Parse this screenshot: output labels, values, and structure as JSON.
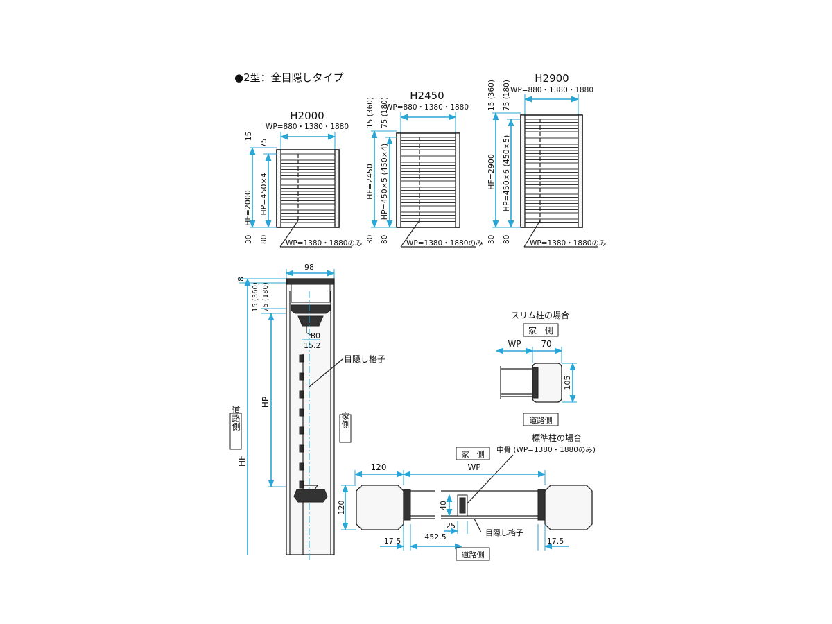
{
  "title": "●2型：全目隠しタイプ",
  "types": [
    {
      "name": "H2000",
      "wp": "WP=880・1380・1880",
      "top1": "15",
      "top2": "75",
      "hf": "HF=2000",
      "hp": "HP=450×4",
      "bot1": "30",
      "bot2": "80",
      "note": "WP=1380・1880のみ"
    },
    {
      "name": "H2450",
      "wp": "WP=880・1380・1880",
      "top1": "15 (360)",
      "top2": "75 (180)",
      "hf": "HF=2450",
      "hp": "HP=450×5 (450×4)",
      "bot1": "30",
      "bot2": "80",
      "note": "WP=1380・1880のみ"
    },
    {
      "name": "H2900",
      "wp": "WP=880・1380・1880",
      "top1": "15 (360)",
      "top2": "75 (180)",
      "hf": "HF=2900",
      "hp": "HP=450×6 (450×5)",
      "bot1": "30",
      "bot2": "80",
      "note": "WP=1380・1880のみ"
    }
  ],
  "section": {
    "width": "98",
    "top": "8",
    "d15": "15 (360)",
    "d75": "75 (180)",
    "d80": "80",
    "d152": "15.2",
    "hp": "HP",
    "hf": "HF",
    "slat_label": "目隠し格子",
    "road_side": "道路側",
    "house_side": "家側"
  },
  "slim": {
    "title": "スリム柱の場合",
    "house": "家　側",
    "wp": "WP",
    "w70": "70",
    "h105": "105",
    "road": "道路側"
  },
  "standard": {
    "title": "標準柱の場合",
    "house": "家　側",
    "middle": "中骨 (WP=1380・1880のみ)",
    "w120": "120",
    "wp": "WP",
    "h120": "120",
    "d40": "40",
    "d25": "25",
    "d175a": "17.5",
    "d4525": "452.5",
    "d175b": "17.5",
    "slat_label": "目隠し格子",
    "road": "道路側"
  }
}
